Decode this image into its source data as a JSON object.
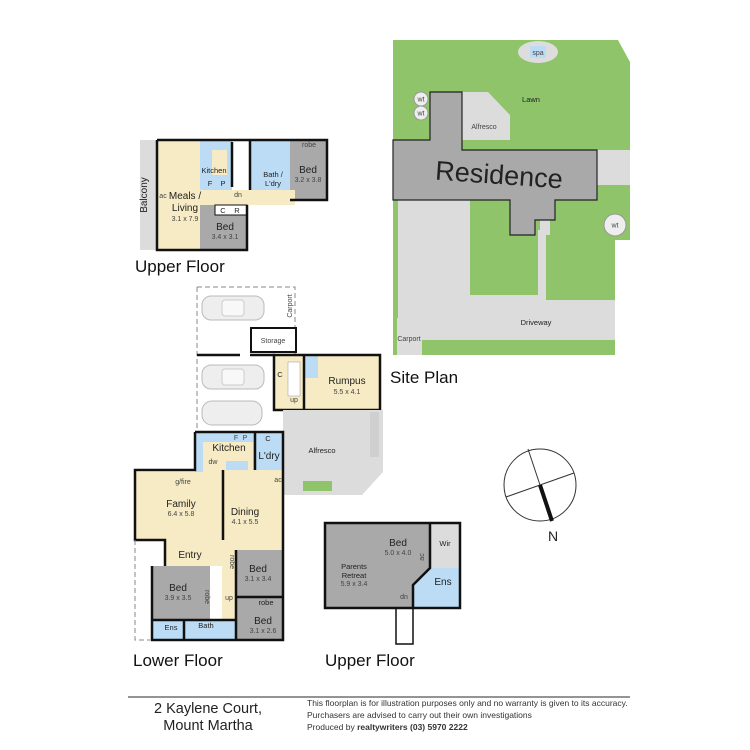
{
  "upper_floor_1": {
    "title": "Upper Floor",
    "rooms": {
      "balcony": "Balcony",
      "kitchen": "Kitchen",
      "f": "F",
      "p": "P",
      "bath_1": "Bath /",
      "bath_2": "L'dry",
      "bed1": "Bed",
      "bed1_dim": "3.2 x 3.8",
      "robe": "robe",
      "meals_1": "Meals /",
      "meals_2": "Living",
      "meals_dim": "3.1 x 7.9",
      "ac": "ac",
      "dn": "dn",
      "c": "C",
      "r": "R",
      "bed2": "Bed",
      "bed2_dim": "3.4 x 3.1"
    }
  },
  "lower_floor": {
    "title": "Lower Floor",
    "rooms": {
      "carport": "Carport",
      "storage": "Storage",
      "c": "C",
      "up": "up",
      "rumpus": "Rumpus",
      "rumpus_dim": "5.5 x 4.1",
      "alfresco": "Alfresco",
      "kitchen": "Kitchen",
      "dw": "dw",
      "f": "F",
      "p": "P",
      "c2": "C",
      "ldry": "L'dry",
      "gfire": "g/fire",
      "family": "Family",
      "family_dim": "6.4 x 5.8",
      "dining": "Dining",
      "dining_dim": "4.1 x 5.5",
      "ac": "ac",
      "entry": "Entry",
      "bed1": "Bed",
      "bed1_dim": "3.9 x 3.5",
      "robe1": "robe",
      "bed2": "Bed",
      "bed2_dim": "3.1 x 3.4",
      "robe2": "robe",
      "up2": "up",
      "bed3": "Bed",
      "bed3_dim": "3.1 x 2.6",
      "robe3": "robe",
      "ens": "Ens",
      "bath": "Bath"
    }
  },
  "upper_floor_2": {
    "title": "Upper Floor",
    "rooms": {
      "bed": "Bed",
      "bed_dim": "5.0 x 4.0",
      "wir": "Wir",
      "ac": "ac",
      "retreat_1": "Parents",
      "retreat_2": "Retreat",
      "retreat_dim": "5.9 x 3.4",
      "ens": "Ens",
      "dn": "dn"
    }
  },
  "site_plan": {
    "title": "Site Plan",
    "labels": {
      "spa": "spa",
      "lawn": "Lawn",
      "wt": "wt",
      "alfresco": "Alfresco",
      "residence": "Residence",
      "driveway": "Driveway",
      "carport": "Carport"
    }
  },
  "compass": {
    "north": "N"
  },
  "footer": {
    "address_1": "2 Kaylene Court,",
    "address_2": "Mount Martha",
    "disclaimer_1": "This floorplan is for illustration purposes only and no warranty is given to its accuracy.",
    "disclaimer_2": "Purchasers are advised to carry out their own investigations",
    "produced_by": "Produced by ",
    "producer": "realtywriters (03) 5970 2222"
  },
  "colors": {
    "living": "#f6ebc4",
    "wet_areas": "#bcdcf5",
    "bedrooms": "#a9a9a9",
    "lawn": "#8fc46a"
  }
}
